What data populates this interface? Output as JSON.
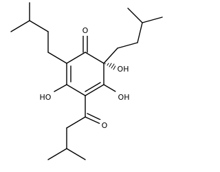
{
  "molecule": {
    "labels": {
      "ketone_o": "O",
      "ring_oh": "OH",
      "ho_left": "HO",
      "oh_right": "OH",
      "acyl_o": "O"
    },
    "colors": {
      "bond": "#000000",
      "text": "#000000",
      "background": "#ffffff"
    }
  }
}
